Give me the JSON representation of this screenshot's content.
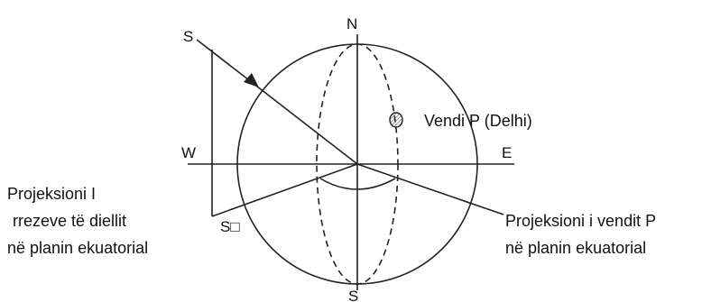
{
  "labels": {
    "north": "N",
    "south": "S",
    "west": "W",
    "east": "E",
    "sun": "S",
    "sun_projection": "S□",
    "place": "Vendi P (Delhi)",
    "sun_proj_caption": [
      "Projeksioni I",
      "rrezeve të diellit",
      "në planin ekuatorial"
    ],
    "place_proj_caption": [
      "Projeksioni i vendit P",
      "në planin ekuatorial"
    ]
  },
  "colors": {
    "line": "#222222",
    "text": "#111111",
    "background": "#ffffff"
  }
}
